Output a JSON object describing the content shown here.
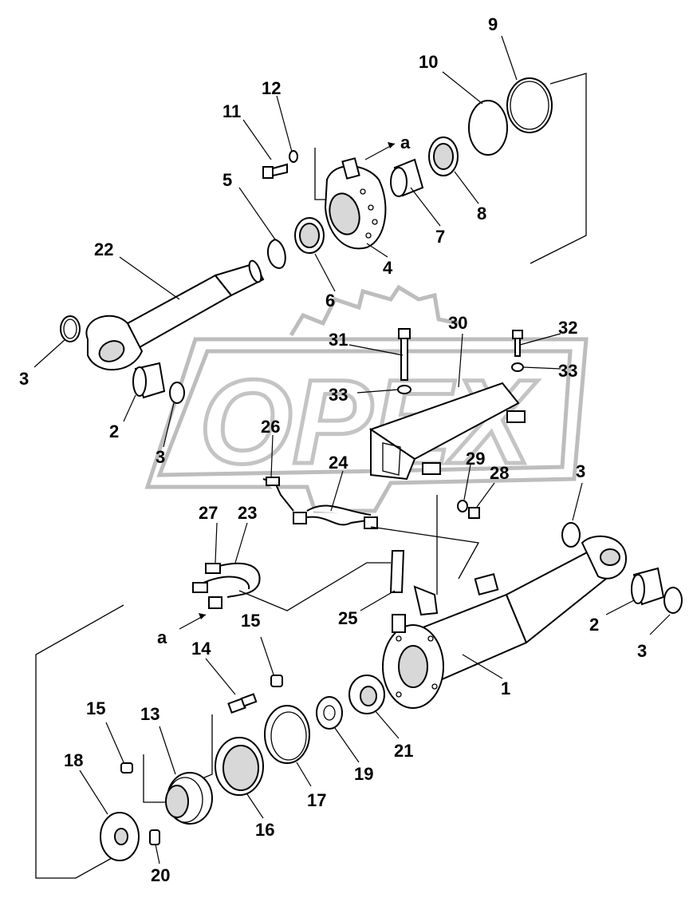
{
  "watermark": {
    "text": "OPEX"
  },
  "view_marker": {
    "label": "a"
  },
  "callouts": [
    {
      "id": "c1",
      "text": "1"
    },
    {
      "id": "c2a",
      "text": "2"
    },
    {
      "id": "c2b",
      "text": "2"
    },
    {
      "id": "c3a",
      "text": "3"
    },
    {
      "id": "c3b",
      "text": "3"
    },
    {
      "id": "c3c",
      "text": "3"
    },
    {
      "id": "c3d",
      "text": "3"
    },
    {
      "id": "c4",
      "text": "4"
    },
    {
      "id": "c5",
      "text": "5"
    },
    {
      "id": "c6",
      "text": "6"
    },
    {
      "id": "c7",
      "text": "7"
    },
    {
      "id": "c8",
      "text": "8"
    },
    {
      "id": "c9",
      "text": "9"
    },
    {
      "id": "c10",
      "text": "10"
    },
    {
      "id": "c11",
      "text": "11"
    },
    {
      "id": "c12",
      "text": "12"
    },
    {
      "id": "c13",
      "text": "13"
    },
    {
      "id": "c14",
      "text": "14"
    },
    {
      "id": "c15a",
      "text": "15"
    },
    {
      "id": "c15b",
      "text": "15"
    },
    {
      "id": "c16",
      "text": "16"
    },
    {
      "id": "c17",
      "text": "17"
    },
    {
      "id": "c18",
      "text": "18"
    },
    {
      "id": "c19",
      "text": "19"
    },
    {
      "id": "c20",
      "text": "20"
    },
    {
      "id": "c21",
      "text": "21"
    },
    {
      "id": "c22",
      "text": "22"
    },
    {
      "id": "c23",
      "text": "23"
    },
    {
      "id": "c24",
      "text": "24"
    },
    {
      "id": "c25",
      "text": "25"
    },
    {
      "id": "c26",
      "text": "26"
    },
    {
      "id": "c27",
      "text": "27"
    },
    {
      "id": "c28",
      "text": "28"
    },
    {
      "id": "c29",
      "text": "29"
    },
    {
      "id": "c30",
      "text": "30"
    },
    {
      "id": "c31",
      "text": "31"
    },
    {
      "id": "c32",
      "text": "32"
    },
    {
      "id": "c33a",
      "text": "33"
    },
    {
      "id": "c33b",
      "text": "33"
    }
  ]
}
